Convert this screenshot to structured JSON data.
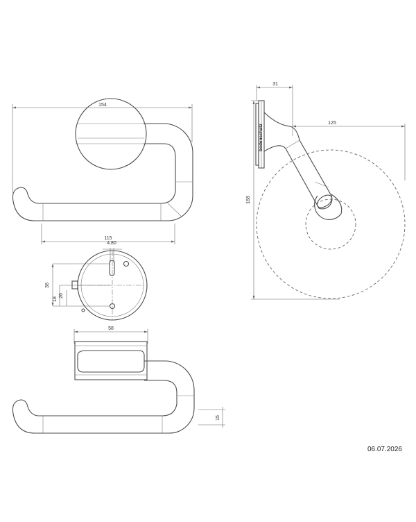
{
  "dimensions": {
    "width_front": "154",
    "width_inner": "115",
    "slot_offset": "4.80",
    "height_plate": "36",
    "hole_26": "26",
    "hole_18": "18",
    "depth_top": "58",
    "arm_thickness": "15",
    "side_plate": "31",
    "side_reach": "125",
    "side_height": "168"
  },
  "brand_label": "bodenschatz",
  "date": "06.07.2026"
}
